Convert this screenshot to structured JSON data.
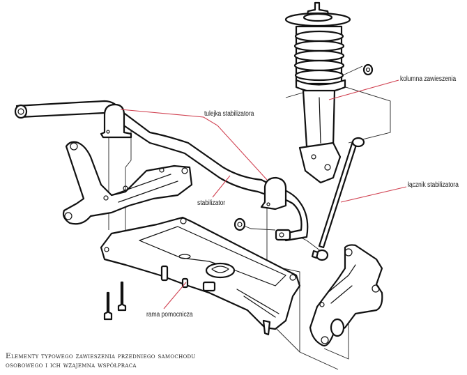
{
  "diagram": {
    "title": "Elementy typowego zawieszenia przedniego samochodu osobowego i ich wzajemna współpraca",
    "caption_lines": [
      "Elementy typowego zawieszenia przedniego samochodu",
      "osobowego i ich wzajemna współpraca"
    ],
    "labels": {
      "strut": "kolumna zawieszenia",
      "bushing": "tulejka stabilizatora",
      "stabilizer": "stabilizator",
      "link": "łącznik stabilizatora",
      "subframe": "rama pomocnicza"
    },
    "colors": {
      "leader_line": "#d04050",
      "line_art": "#111111",
      "background": "#ffffff"
    }
  }
}
